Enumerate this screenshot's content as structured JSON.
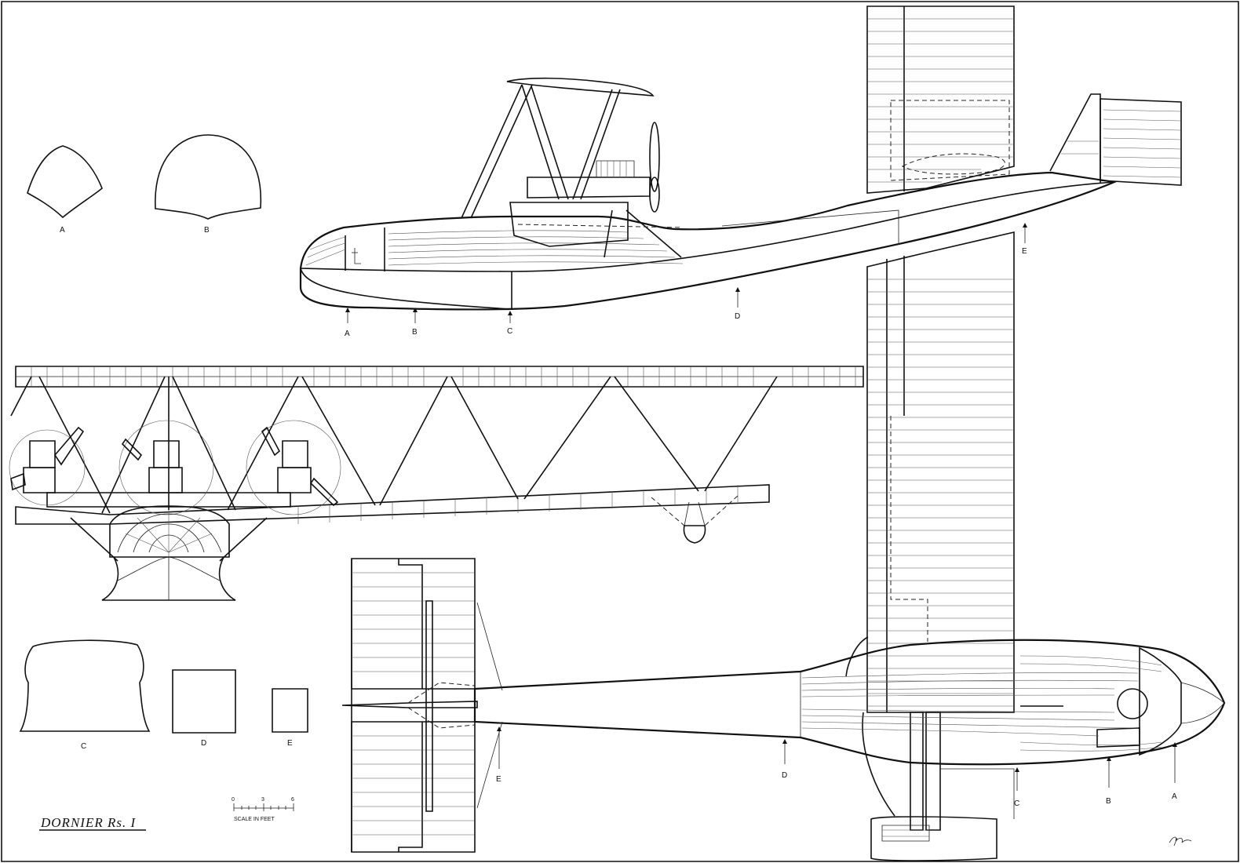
{
  "title": "DORNIER Rs. I",
  "scale": {
    "ticks": [
      "0",
      "3",
      "6"
    ],
    "label": "SCALE IN FEET"
  },
  "cross_sections": {
    "a": "A",
    "b": "B",
    "c": "C",
    "d": "D",
    "e": "E"
  },
  "side_view_stations": {
    "a": "A",
    "b": "B",
    "c": "C",
    "d": "D",
    "e": "E"
  },
  "plan_view_stations": {
    "a": "A",
    "b": "B",
    "c": "C",
    "d": "D",
    "e": "E"
  }
}
